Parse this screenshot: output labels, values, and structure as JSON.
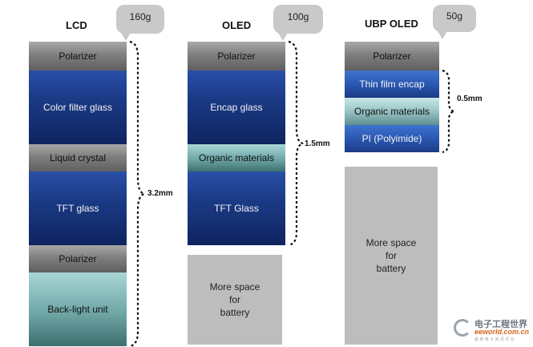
{
  "columns": [
    {
      "title": "LCD",
      "weight": "160g",
      "thickness": "3.2mm",
      "layers": [
        "Polarizer",
        "Color filter glass",
        "Liquid crystal",
        "TFT glass",
        "Polarizer",
        "Back-light unit"
      ]
    },
    {
      "title": "OLED",
      "weight": "100g",
      "thickness": "1.5mm",
      "layers": [
        "Polarizer",
        "Encap glass",
        "Organic materials",
        "TFT Glass"
      ],
      "battery": [
        "More space for",
        "battery"
      ]
    },
    {
      "title": "UBP OLED",
      "weight": "50g",
      "thickness": "0.5mm",
      "layers": [
        "Polarizer",
        "Thin film encap",
        "Organic materials",
        "PI (Polyimide)"
      ],
      "battery": [
        "More space for",
        "battery"
      ]
    }
  ],
  "watermark": {
    "cn": "电子工程世界",
    "en": "eeworld.com.cn",
    "tiny": "最 新 电 子 资 讯 尽 在"
  },
  "colors": {
    "layer_gray": "#7f7f7f",
    "layer_blue": "#1b3a85",
    "layer_teal": "#6fa6a6",
    "battery": "#bdbdbd",
    "bubble": "#c9c9c9"
  }
}
